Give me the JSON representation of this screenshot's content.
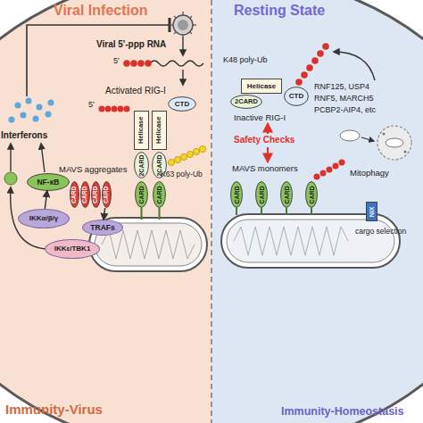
{
  "diagram": {
    "nodes": [
      {
        "text": [
          "Viral Infection",
          "Immunity-Virus"
        ]
      },
      {
        "text": [
          "Resting State",
          "Immunity-Homeostasis"
        ]
      },
      {
        "text": [
          "Helicase"
        ],
        "in": 0
      },
      {
        "text": [
          "Helicase"
        ],
        "in": 0
      },
      {
        "text": [
          "CTD"
        ],
        "in": 0
      },
      {
        "text": [
          "2CARD"
        ],
        "in": 0
      },
      {
        "text": [
          "2CARD"
        ],
        "in": 0
      },
      {
        "text": [
          "CARD"
        ],
        "in": 0
      },
      {
        "text": [
          "CARD"
        ],
        "in": 0
      },
      {
        "text": [
          "CARD"
        ],
        "in": 0
      },
      {
        "text": [
          "CARD"
        ],
        "in": 0
      },
      {
        "text": [
          "CARD"
        ],
        "in": 0
      },
      {
        "text": [
          "CARD"
        ],
        "in": 0
      },
      {
        "text": [
          "TRAFs"
        ],
        "in": 0
      },
      {
        "text": [
          "IKKε/TBK1"
        ],
        "in": 0
      },
      {
        "text": [
          "IKKα/β/γ"
        ],
        "in": 0
      },
      {
        "text": [
          "NF-κB"
        ],
        "in": 0
      },
      {
        "text": [
          "Helicase"
        ],
        "in": 1
      },
      {
        "text": [
          "2CARD"
        ],
        "in": 1
      },
      {
        "text": [
          "CTD"
        ],
        "in": 1
      },
      {
        "text": [
          "CARD"
        ],
        "in": 1
      },
      {
        "text": [
          "CARD"
        ],
        "in": 1
      },
      {
        "text": [
          "CARD"
        ],
        "in": 1
      },
      {
        "text": [
          "CARD"
        ],
        "in": 1
      },
      {
        "text": [
          "NIX"
        ],
        "in": 1
      }
    ],
    "edges": [
      {
        "from": 12,
        "to": 13,
        "arrow": "to"
      },
      {
        "from": 15,
        "to": 16,
        "arrow": "to"
      }
    ],
    "labels": [
      "Viral 5'-ppp RNA",
      "5'",
      "Activated RIG-I",
      "5'",
      "K63 poly-Ub",
      "MAVS aggregates",
      "Interferons",
      "K48 poly-Ub",
      "Inactive RIG-I",
      "RNF125, USP4",
      "RNF5, MARCH5",
      "PCBP2-AIP4, etc",
      "Safety Checks",
      "MAVS monomers",
      "Mitophagy",
      "cargo selection"
    ]
  }
}
